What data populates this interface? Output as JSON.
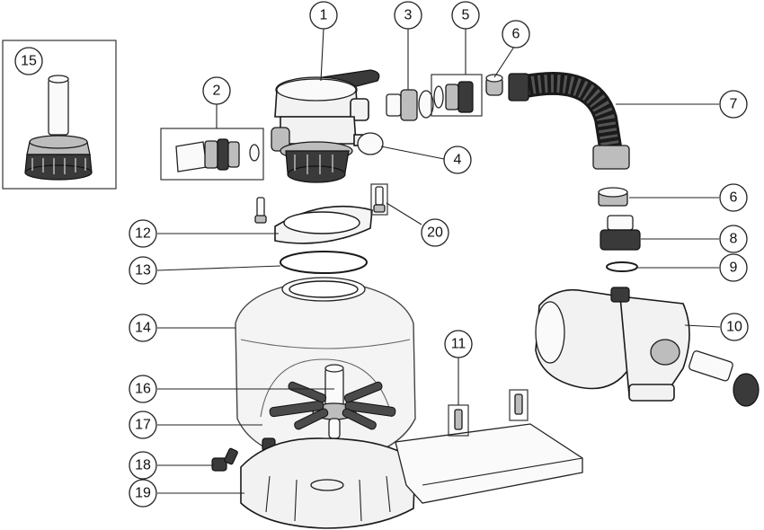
{
  "diagram": {
    "callouts": [
      {
        "id": "c1",
        "label": "1"
      },
      {
        "id": "c2",
        "label": "2"
      },
      {
        "id": "c3",
        "label": "3"
      },
      {
        "id": "c4",
        "label": "4"
      },
      {
        "id": "c5",
        "label": "5"
      },
      {
        "id": "c6a",
        "label": "6"
      },
      {
        "id": "c6b",
        "label": "6"
      },
      {
        "id": "c7",
        "label": "7"
      },
      {
        "id": "c8",
        "label": "8"
      },
      {
        "id": "c9",
        "label": "9"
      },
      {
        "id": "c10",
        "label": "10"
      },
      {
        "id": "c11",
        "label": "11"
      },
      {
        "id": "c12",
        "label": "12"
      },
      {
        "id": "c13",
        "label": "13"
      },
      {
        "id": "c14",
        "label": "14"
      },
      {
        "id": "c15",
        "label": "15"
      },
      {
        "id": "c16",
        "label": "16"
      },
      {
        "id": "c17",
        "label": "17"
      },
      {
        "id": "c18",
        "label": "18"
      },
      {
        "id": "c19",
        "label": "19"
      },
      {
        "id": "c20",
        "label": "20"
      }
    ]
  }
}
